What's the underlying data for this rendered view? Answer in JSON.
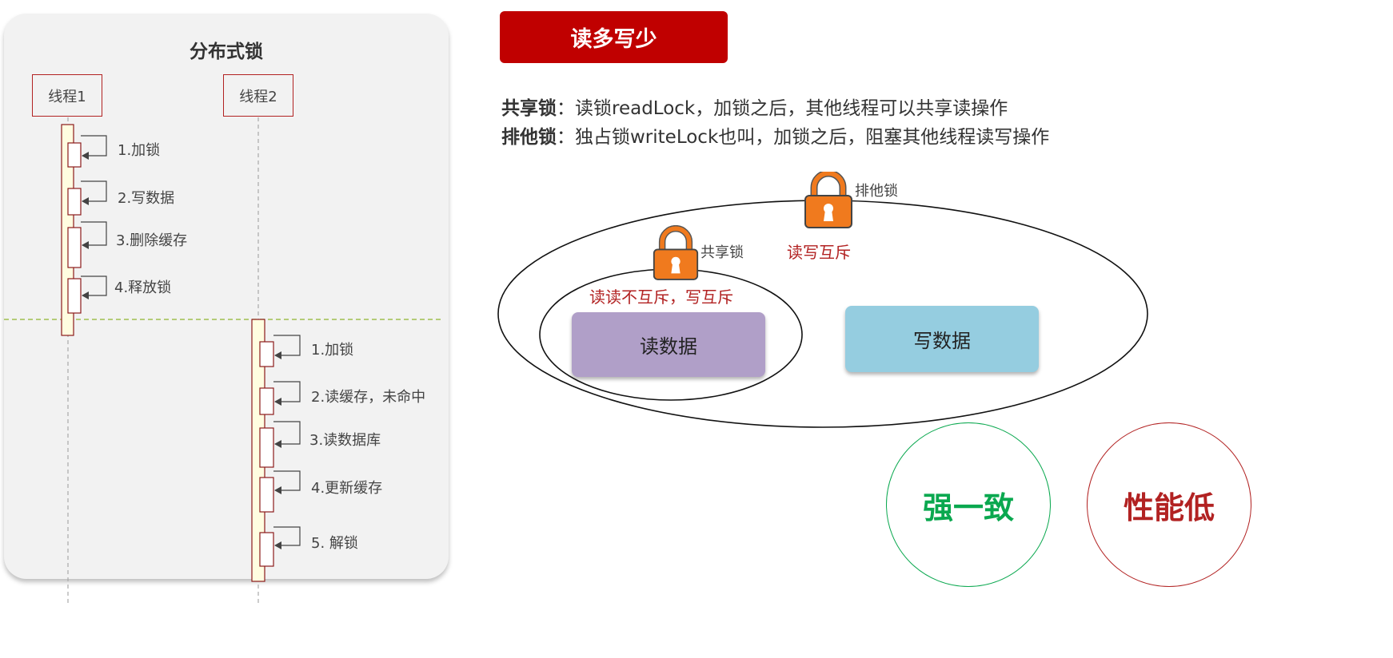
{
  "left_panel": {
    "title": "分布式锁",
    "thread1": {
      "name": "线程1",
      "steps": [
        "1.加锁",
        "2.写数据",
        "3.删除缓存",
        "4.释放锁"
      ]
    },
    "thread2": {
      "name": "线程2",
      "steps": [
        "1.加锁",
        "2.读缓存，未命中",
        "3.读数据库",
        "4.更新缓存",
        "5. 解锁"
      ]
    }
  },
  "right": {
    "banner": "读多写少",
    "shared_lock": {
      "term": "共享锁",
      "desc": "：读锁readLock，加锁之后，其他线程可以共享读操作"
    },
    "exclusive_lock": {
      "term": "排他锁",
      "desc": "：独占锁writeLock也叫，加锁之后，阻塞其他线程读写操作"
    },
    "diagram": {
      "exclusive_lock_label": "排他锁",
      "shared_lock_label": "共享锁",
      "rw_mutex_note": "读写互斥",
      "rr_note": "读读不互斥，写互斥",
      "read_box": "读数据",
      "write_box": "写数据"
    },
    "circles": {
      "strong": "强一致",
      "low_perf": "性能低"
    }
  },
  "colors": {
    "accent_red": "#c00000",
    "dark_red": "#b22222",
    "green": "#0aa84f",
    "read_box": "#b09fc8",
    "write_box": "#95cde0",
    "lock_orange": "#f07a1e",
    "activation_fill": "#fffde0",
    "separator": "#9fbf4f"
  },
  "icons": [
    "lock-icon",
    "self-call-arrow"
  ]
}
